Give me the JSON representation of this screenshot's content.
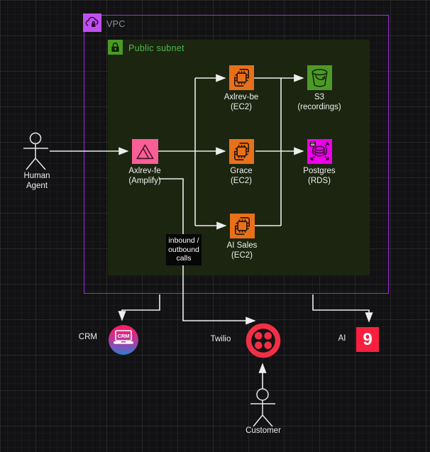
{
  "diagram": {
    "vpc_label": "VPC",
    "subnet_label": "Public subnet"
  },
  "colors": {
    "vpc_border": "#9c2be0",
    "vpc_icon": "#bf4ff0",
    "vpc_label_gray": "#8b9196",
    "subnet_fill": "#1c2510",
    "subnet_green": "#4c9a26",
    "subnet_label_green": "#4db84f",
    "ec2_orange": "#e8701a",
    "amplify_pink": "#fa5e97",
    "s3_green": "#4c9a26",
    "rds_magenta": "#ee00ea",
    "twilio_red": "#f22f46",
    "ai_red": "#f8203e",
    "crm_top": "#ff1a5e",
    "crm_bottom": "#2d7dd2",
    "edge_color": "#ededed"
  },
  "nodes": {
    "human_agent": {
      "line1": "Human",
      "line2": "Agent"
    },
    "axlrev_fe": {
      "line1": "Axlrev-fe",
      "line2": "(Amplify)"
    },
    "axlrev_be": {
      "line1": "Axlrev-be",
      "line2": "(EC2)"
    },
    "grace": {
      "line1": "Grace",
      "line2": "(EC2)"
    },
    "ai_sales": {
      "line1": "AI Sales",
      "line2": "(EC2)"
    },
    "s3": {
      "line1": "S3",
      "line2": "(recordings)"
    },
    "postgres": {
      "line1": "Postgres",
      "line2": "(RDS)"
    },
    "crm": {
      "label": "CRM",
      "icon_text": "CRM"
    },
    "twilio": {
      "label": "Twilio"
    },
    "ai": {
      "label": "AI",
      "icon_text": "9"
    },
    "customer": {
      "label": "Customer"
    }
  },
  "edge_label": {
    "line1": "inbound /",
    "line2": "outbound",
    "line3": "calls"
  }
}
